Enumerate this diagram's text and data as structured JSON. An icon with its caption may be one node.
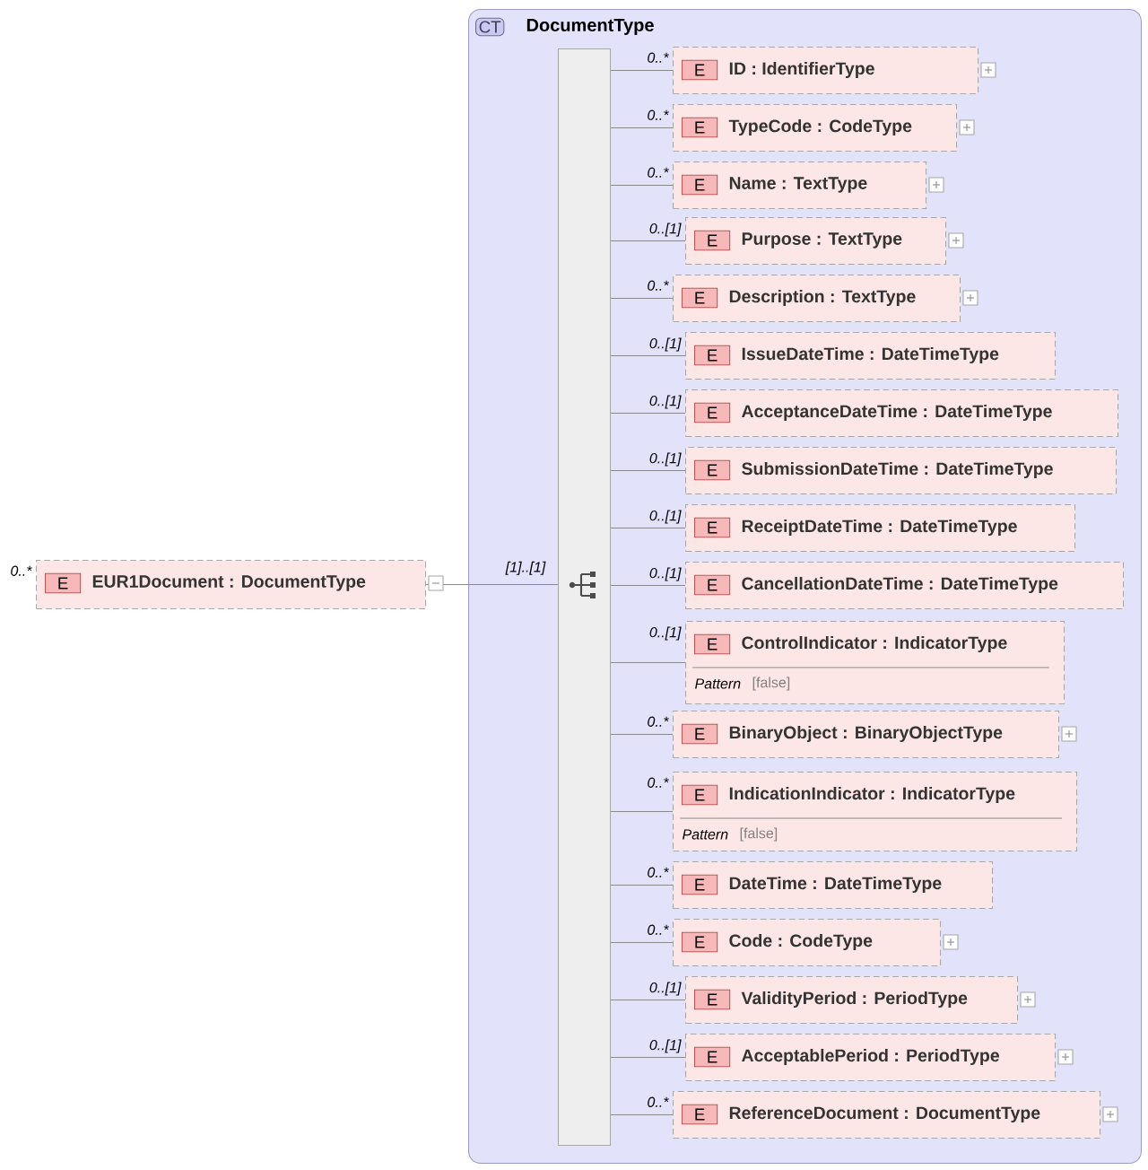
{
  "diagram": {
    "nodes": [
      {
        "text": [
          "E",
          "EUR1Document : DocumentType"
        ],
        "beside": [
          "0..*"
        ]
      },
      {
        "text": [
          "CT",
          "DocumentType"
        ]
      },
      {
        "text": [],
        "shape": "bar",
        "in": 1
      },
      {
        "text": [
          "E",
          "ID : IdentifierType"
        ],
        "beside": [
          "0..*"
        ],
        "in": 1
      },
      {
        "text": [
          "E",
          "TypeCode : CodeType"
        ],
        "beside": [
          "0..*"
        ],
        "in": 1
      },
      {
        "text": [
          "E",
          "Name : TextType"
        ],
        "beside": [
          "0..*"
        ],
        "in": 1
      },
      {
        "text": [
          "E",
          "Purpose : TextType"
        ],
        "beside": [
          "0..[1]"
        ],
        "in": 1
      },
      {
        "text": [
          "E",
          "Description : TextType"
        ],
        "beside": [
          "0..*"
        ],
        "in": 1
      },
      {
        "text": [
          "E",
          "IssueDateTime : DateTimeType"
        ],
        "beside": [
          "0..[1]"
        ],
        "in": 1
      },
      {
        "text": [
          "E",
          "AcceptanceDateTime : DateTimeType"
        ],
        "beside": [
          "0..[1]"
        ],
        "in": 1
      },
      {
        "text": [
          "E",
          "SubmissionDateTime : DateTimeType"
        ],
        "beside": [
          "0..[1]"
        ],
        "in": 1
      },
      {
        "text": [
          "E",
          "ReceiptDateTime : DateTimeType"
        ],
        "beside": [
          "0..[1]"
        ],
        "in": 1
      },
      {
        "text": [
          "E",
          "CancellationDateTime : DateTimeType"
        ],
        "beside": [
          "0..[1]"
        ],
        "in": 1
      },
      {
        "text": [
          "E",
          "ControlIndicator : IndicatorType",
          "Pattern",
          "[false]"
        ],
        "beside": [
          "0..[1]"
        ],
        "in": 1
      },
      {
        "text": [
          "E",
          "BinaryObject : BinaryObjectType"
        ],
        "beside": [
          "0..*"
        ],
        "in": 1
      },
      {
        "text": [
          "E",
          "IndicationIndicator : IndicatorType",
          "Pattern",
          "[false]"
        ],
        "beside": [
          "0..*"
        ],
        "in": 1
      },
      {
        "text": [
          "E",
          "DateTime : DateTimeType"
        ],
        "beside": [
          "0..*"
        ],
        "in": 1
      },
      {
        "text": [
          "E",
          "Code : CodeType"
        ],
        "beside": [
          "0..*"
        ],
        "in": 1
      },
      {
        "text": [
          "E",
          "ValidityPeriod : PeriodType"
        ],
        "beside": [
          "0..[1]"
        ],
        "in": 1
      },
      {
        "text": [
          "E",
          "AcceptablePeriod : PeriodType"
        ],
        "beside": [
          "0..[1]"
        ],
        "in": 1
      },
      {
        "text": [
          "E",
          "ReferenceDocument : DocumentType"
        ],
        "beside": [
          "0..*"
        ],
        "in": 1
      }
    ],
    "edges": [
      {
        "from": 0,
        "to": 2,
        "arrow": "none",
        "label": "[1]..[1]"
      },
      {
        "from": 2,
        "to": 3,
        "arrow": "none"
      },
      {
        "from": 2,
        "to": 4,
        "arrow": "none"
      },
      {
        "from": 2,
        "to": 5,
        "arrow": "none"
      },
      {
        "from": 2,
        "to": 6,
        "arrow": "none"
      },
      {
        "from": 2,
        "to": 7,
        "arrow": "none"
      },
      {
        "from": 2,
        "to": 8,
        "arrow": "none"
      },
      {
        "from": 2,
        "to": 9,
        "arrow": "none"
      },
      {
        "from": 2,
        "to": 10,
        "arrow": "none"
      },
      {
        "from": 2,
        "to": 11,
        "arrow": "none"
      },
      {
        "from": 2,
        "to": 12,
        "arrow": "none"
      },
      {
        "from": 2,
        "to": 13,
        "arrow": "none"
      },
      {
        "from": 2,
        "to": 14,
        "arrow": "none"
      },
      {
        "from": 2,
        "to": 15,
        "arrow": "none"
      },
      {
        "from": 2,
        "to": 16,
        "arrow": "none"
      },
      {
        "from": 2,
        "to": 17,
        "arrow": "none"
      },
      {
        "from": 2,
        "to": 18,
        "arrow": "none"
      },
      {
        "from": 2,
        "to": 19,
        "arrow": "none"
      },
      {
        "from": 2,
        "to": 20,
        "arrow": "none"
      }
    ]
  }
}
